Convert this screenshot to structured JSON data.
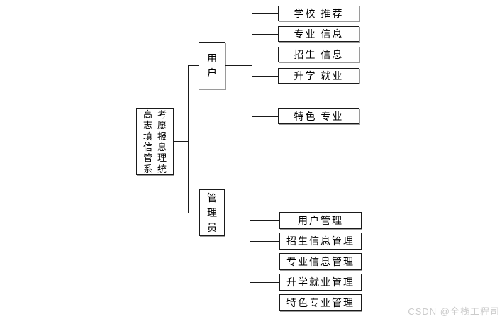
{
  "root": {
    "label": "高考志愿填报信息管理系统",
    "lines": [
      "高考",
      "志愿",
      "填报",
      "信息",
      "管理",
      "系统"
    ]
  },
  "branches": {
    "user": {
      "label": "用户",
      "chars": [
        "用",
        "户"
      ],
      "children": [
        "学校 推荐",
        "专业 信息",
        "招生 信息",
        "升学 就业",
        "特色 专业"
      ]
    },
    "admin": {
      "label": "管理员",
      "chars": [
        "管",
        "理",
        "员"
      ],
      "children": [
        "用户管理",
        "招生信息管理",
        "专业信息管理",
        "升学就业管理",
        "特色专业管理"
      ]
    }
  },
  "watermark": {
    "text": "CSDN @全栈工程司",
    "color": "#cbcbcb"
  },
  "colors": {
    "background": "#ffffff",
    "line": "#1a1a1a",
    "text": "#000000"
  }
}
